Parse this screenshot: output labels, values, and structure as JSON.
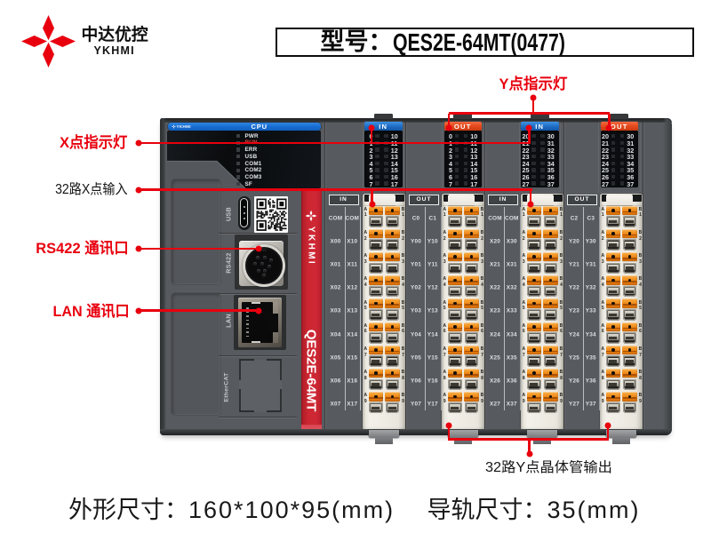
{
  "logo": {
    "name_cn": "中达优控",
    "name_en": "YKHMI",
    "color": "#e8000e"
  },
  "title": {
    "label": "型号：",
    "model": "QES2E-64MT(0477)"
  },
  "plc": {
    "cpu": {
      "brand": "YKHMI",
      "header": "CPU",
      "indicators": [
        {
          "label": "PWR",
          "color": "#e6e9eb"
        },
        {
          "label": "RUN",
          "color": "#d8453c"
        },
        {
          "label": "ERR",
          "color": "#e6e9eb"
        },
        {
          "label": "USB",
          "color": "#e6e9eb"
        },
        {
          "label": "COM1",
          "color": "#e6e9eb"
        },
        {
          "label": "COM2",
          "color": "#e6e9eb"
        },
        {
          "label": "COM3",
          "color": "#e6e9eb"
        },
        {
          "label": "SF",
          "color": "#e6e9eb"
        }
      ],
      "ports": {
        "usb": "USB",
        "rs422": "RS422",
        "lan": "LAN",
        "ethercat": "EtherCAT"
      },
      "stripe": {
        "brand": "YKHMI",
        "model": "QES2E-64MT",
        "color": "#c92632"
      }
    },
    "panels": [
      {
        "header": "IN",
        "type": "in",
        "left": [
          "0",
          "1",
          "2",
          "3",
          "4",
          "5",
          "6",
          "7"
        ],
        "right": [
          "10",
          "11",
          "12",
          "13",
          "14",
          "15",
          "16",
          "17"
        ]
      },
      {
        "header": "OUT",
        "type": "out",
        "left": [
          "0",
          "1",
          "2",
          "3",
          "4",
          "5",
          "6",
          "7"
        ],
        "right": [
          "10",
          "11",
          "12",
          "13",
          "14",
          "15",
          "16",
          "17"
        ]
      },
      {
        "header": "IN",
        "type": "in",
        "left": [
          "20",
          "21",
          "22",
          "23",
          "24",
          "25",
          "26",
          "27"
        ],
        "right": [
          "30",
          "31",
          "32",
          "33",
          "34",
          "35",
          "36",
          "37"
        ]
      },
      {
        "header": "OUT",
        "type": "out",
        "left": [
          "20",
          "21",
          "22",
          "23",
          "24",
          "25",
          "26",
          "27"
        ],
        "right": [
          "30",
          "31",
          "32",
          "33",
          "34",
          "35",
          "36",
          "37"
        ]
      }
    ],
    "strips": [
      {
        "header": "IN",
        "col1": [
          "COM",
          "X00",
          "X01",
          "X02",
          "X03",
          "X04",
          "X05",
          "X06",
          "X07"
        ],
        "col2": [
          "COM",
          "X10",
          "X11",
          "X12",
          "X13",
          "X14",
          "X15",
          "X16",
          "X17"
        ]
      },
      {
        "header": "OUT",
        "col1": [
          "C0",
          "Y00",
          "Y01",
          "Y02",
          "Y03",
          "Y04",
          "Y05",
          "Y06",
          "Y07"
        ],
        "col2": [
          "C1",
          "Y10",
          "Y11",
          "Y12",
          "Y13",
          "Y14",
          "Y15",
          "Y16",
          "Y17"
        ]
      },
      {
        "header": "IN",
        "col1": [
          "COM",
          "X20",
          "X21",
          "X22",
          "X23",
          "X24",
          "X25",
          "X26",
          "X27"
        ],
        "col2": [
          "COM",
          "X30",
          "X31",
          "X32",
          "X33",
          "X34",
          "X35",
          "X36",
          "X37"
        ]
      },
      {
        "header": "OUT",
        "col1": [
          "C2",
          "Y20",
          "Y21",
          "Y22",
          "Y23",
          "Y24",
          "Y25",
          "Y26",
          "Y27"
        ],
        "col2": [
          "C3",
          "Y30",
          "Y31",
          "Y32",
          "Y33",
          "Y34",
          "Y35",
          "Y36",
          "Y37"
        ]
      }
    ],
    "terminal": {
      "letter_left": "A",
      "letter_right": "B",
      "row_numbers": [
        "1",
        "2",
        "3",
        "4",
        "5",
        "6",
        "7",
        "8",
        "9"
      ]
    }
  },
  "annotations": {
    "x_indicator": {
      "text": "X点指示灯"
    },
    "x_input": {
      "text": "32路X点输入"
    },
    "rs422": {
      "text": "RS422 通讯口"
    },
    "lan": {
      "text": "LAN 通讯口"
    },
    "y_indicator": {
      "text": "Y点指示灯"
    },
    "y_output": {
      "text": "32路Y点晶体管输出"
    },
    "line_color": "#e8000e"
  },
  "footer": {
    "items": [
      {
        "label": "外形尺寸：",
        "value": "160*100*95(mm)"
      },
      {
        "label": "导轨尺寸：",
        "value": "35(mm)"
      }
    ]
  }
}
